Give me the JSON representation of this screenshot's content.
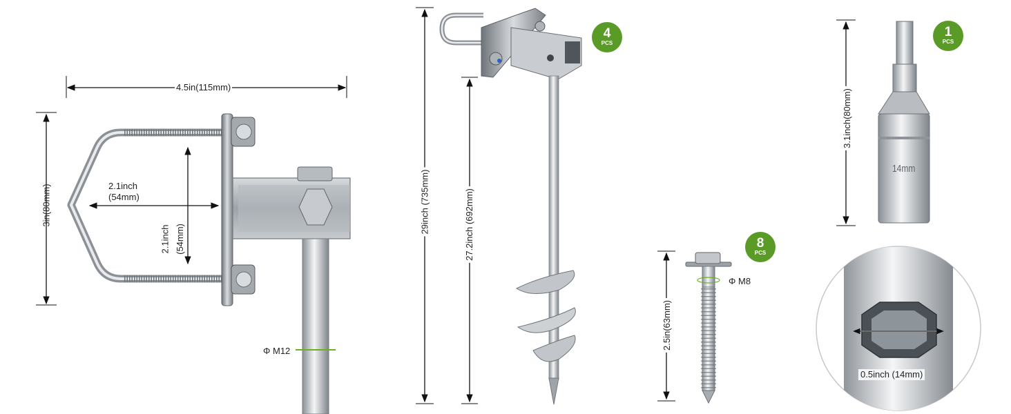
{
  "dimensions": {
    "bracket_width": "4.5in(115mm)",
    "bracket_height": "3in(80mm)",
    "ubolt_inner_width_line1": "2.1inch",
    "ubolt_inner_width_line2": "(54mm)",
    "ubolt_inner_height_line1": "2.1inch",
    "ubolt_inner_height_line2": "(54mm)",
    "rod_diameter": "Φ M12",
    "anchor_total_length": "29inch (735mm)",
    "anchor_shaft_length": "27.2inch (692mm)",
    "screw_length": "2.5in(63mm)",
    "screw_diameter": "Φ M8",
    "socket_length": "3.1inch(80mm)",
    "socket_size_engraving": "14mm",
    "socket_opening": "0.5inch (14mm)"
  },
  "badges": {
    "anchor": {
      "count": "4",
      "unit": "PCS"
    },
    "screw": {
      "count": "8",
      "unit": "PCS"
    },
    "socket": {
      "count": "1",
      "unit": "PCS"
    }
  },
  "colors": {
    "badge_green": "#5a9a26",
    "metal_light": "#e6e8ea",
    "metal_dark": "#7c8288",
    "accent_green": "#6ab023"
  }
}
